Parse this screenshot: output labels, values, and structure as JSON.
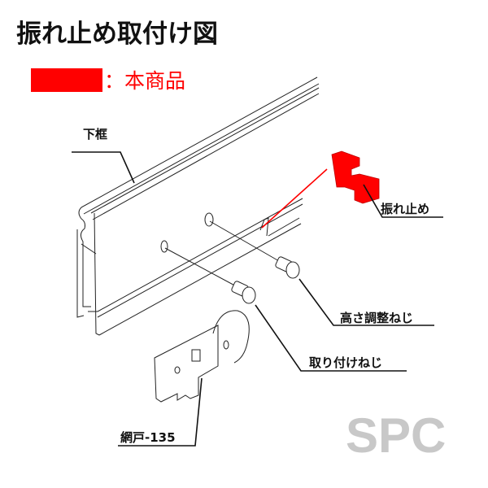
{
  "title": "振れ止め取付け図",
  "legend": {
    "swatch_color": "#ff0000",
    "label": "：本商品"
  },
  "labels": {
    "frame": "下框",
    "stopper": "振れ止め",
    "height_screw": "高さ調整ねじ",
    "mount_screw": "取り付けねじ",
    "roller": "網戸-135"
  },
  "watermark": "SPC",
  "colors": {
    "product": "#ff0000",
    "line": "#111111",
    "watermark": "#c8c8c8"
  }
}
